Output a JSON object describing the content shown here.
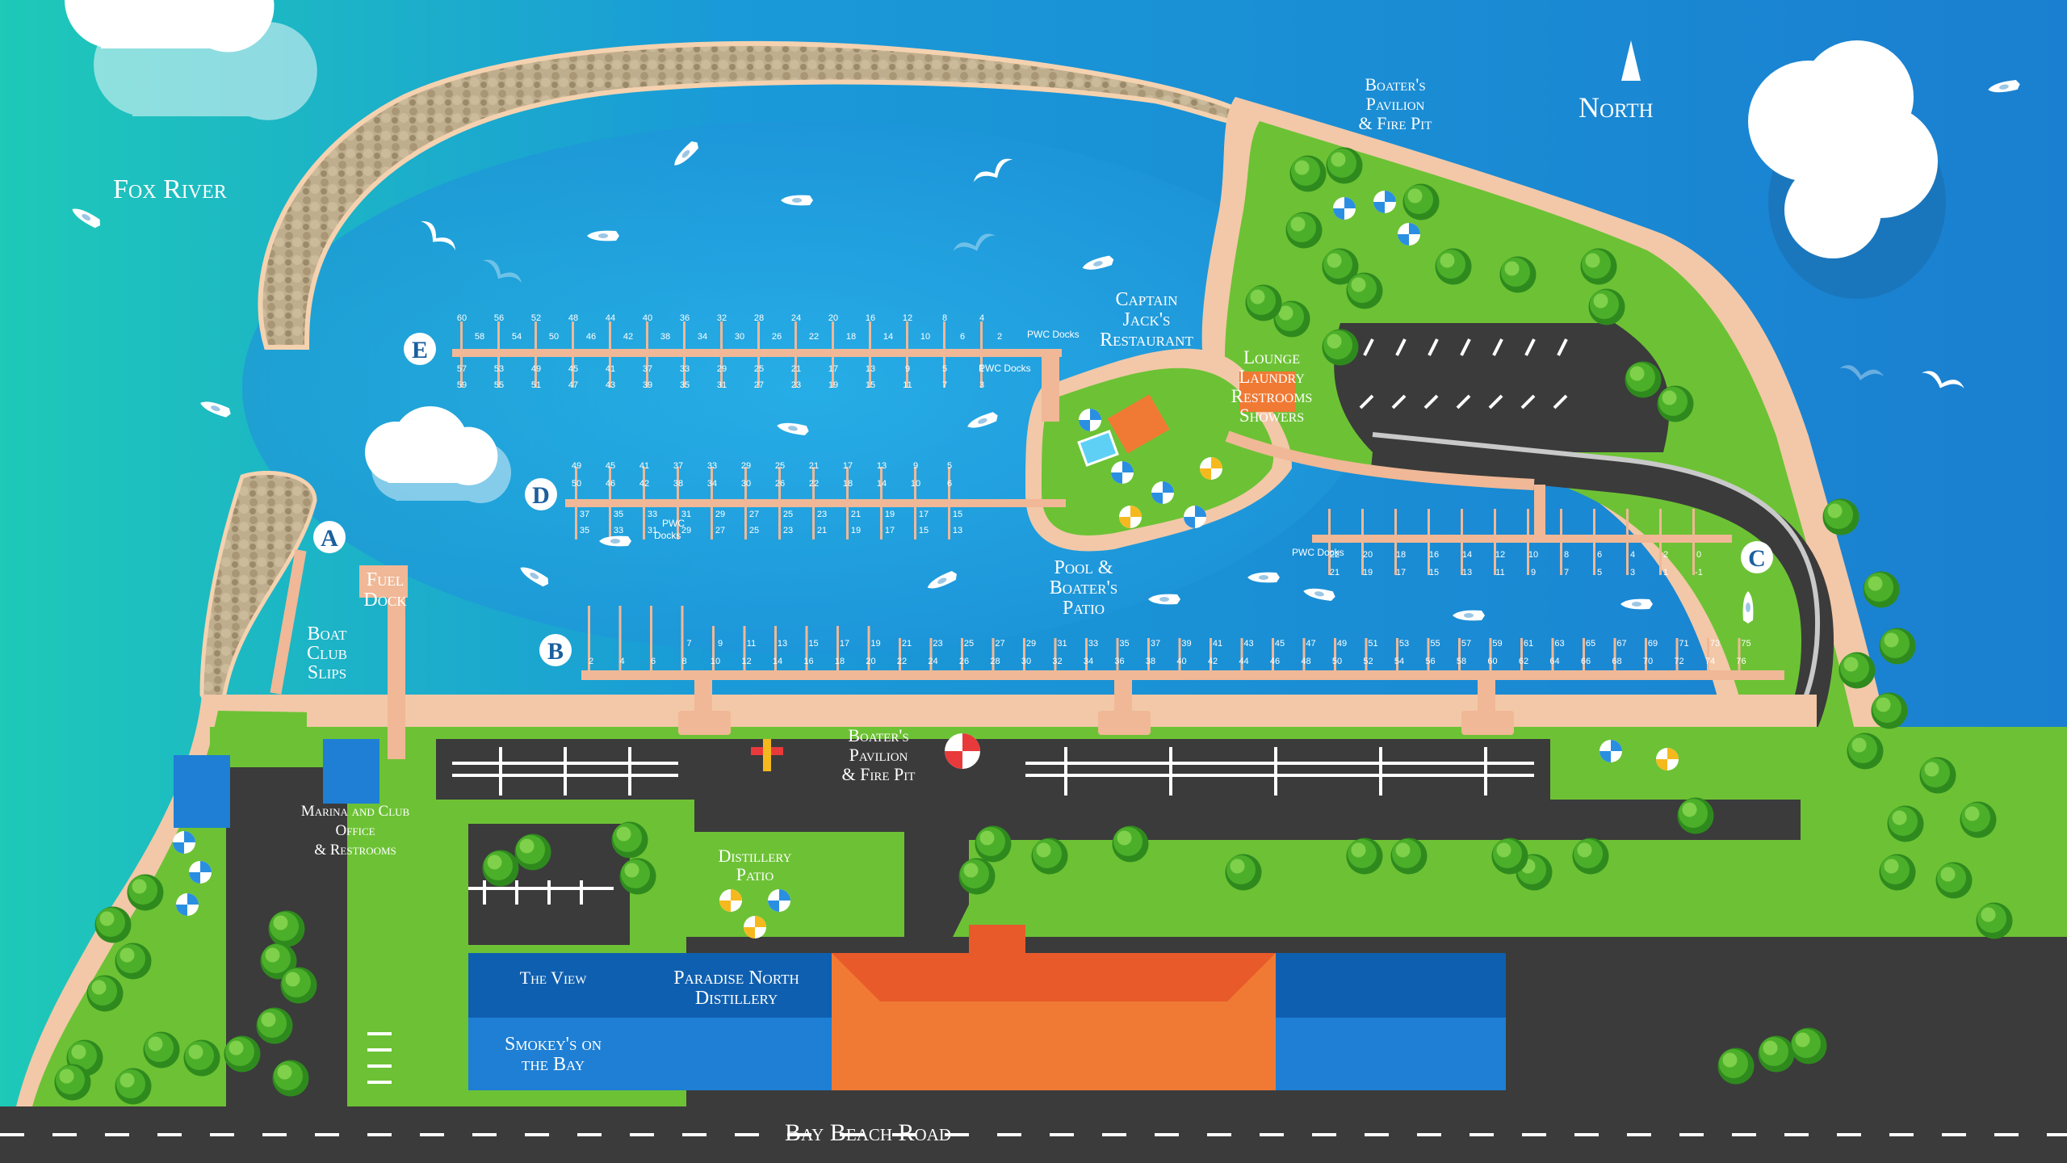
{
  "map": {
    "labels": {
      "fox_river": "Fox River",
      "north": "North",
      "boaters_pavilion_top": [
        "Boater's",
        "Pavilion",
        "& Fire Pit"
      ],
      "captain_jacks": [
        "Captain",
        "Jack's",
        "Restaurant"
      ],
      "lounge": [
        "Lounge",
        "Laundry",
        "Restrooms",
        "Showers"
      ],
      "pool": [
        "Pool &",
        "Boater's",
        "Patio"
      ],
      "fuel_dock": [
        "Fuel",
        "Dock"
      ],
      "boat_club_slips": [
        "Boat",
        "Club",
        "Slips"
      ],
      "boaters_pavilion_bottom": [
        "Boater's",
        "Pavilion",
        "& Fire Pit"
      ],
      "marina_office": [
        "Marina and Club",
        "Office",
        "& Restrooms"
      ],
      "distillery_patio": [
        "Distillery",
        "Patio"
      ],
      "the_view": "The View",
      "paradise_north": [
        "Paradise North",
        "Distillery"
      ],
      "smokeys": [
        "Smokey's on",
        "the Bay"
      ],
      "bay_beach_road": "Bay Beach Road",
      "pwc_docks": "PWC Docks",
      "pwc_docks_short": [
        "PWC",
        "Docks"
      ]
    },
    "docks": {
      "A": "A",
      "B": "B",
      "C": "C",
      "D": "D",
      "E": "E"
    },
    "colors": {
      "water": "#1a8fd6",
      "water_light": "#3bb0e8",
      "grass": "#6cc234",
      "road": "#3b3b3b",
      "sand": "#f2c8a8",
      "dock": "#f0b896",
      "building_blue": "#1e7fd4",
      "building_orange": "#f07a34"
    }
  }
}
